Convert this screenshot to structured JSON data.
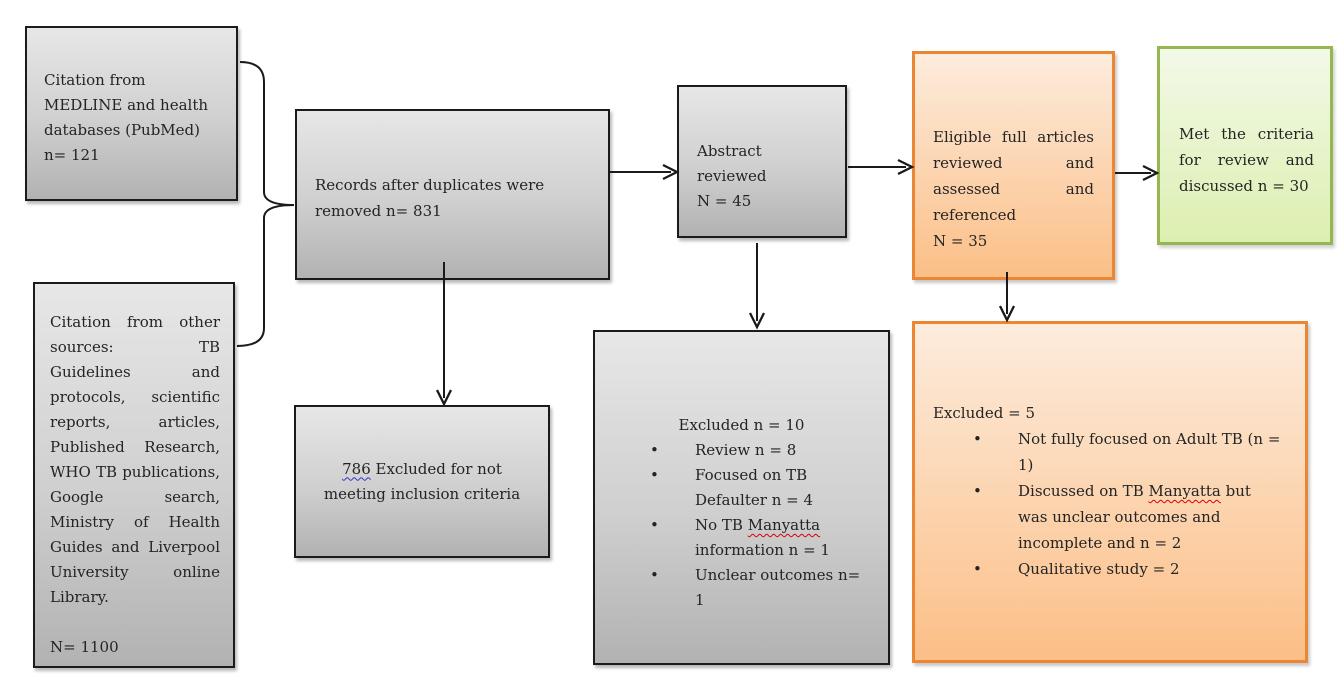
{
  "ui": {
    "bullet_glyph": "•"
  },
  "colors": {
    "gray_top": "#e7e7e7",
    "gray_mid": "#cfcfcf",
    "gray_bottom": "#b2b2b2",
    "gray_border": "#1b1b1b",
    "orange_top": "#fdecdd",
    "orange_bottom": "#fbbf87",
    "orange_border": "#ea8634",
    "green_top": "#f3f9e8",
    "green_bottom": "#dcefb0",
    "green_border": "#95b74f",
    "line_color": "#1a1a1a",
    "text_color": "#242424",
    "squiggle_red": "#dd0000",
    "squiggle_blue": "#3333cc"
  },
  "boxes": {
    "medline": {
      "lines": [
        "Citation from",
        "MEDLINE and health",
        "databases (PubMed)",
        "n= 121"
      ]
    },
    "other_sources": {
      "body": "Citation from other sources: TB Guidelines and protocols, scientific reports, articles, Published Research, WHO TB publications, Google search, Ministry of Health Guides and Liverpool University online Library.",
      "total": "N= 1100"
    },
    "duplicates": {
      "lines": [
        "Records after duplicates were",
        "removed n= 831"
      ]
    },
    "excluded_786": {
      "number": "786",
      "line1_rest": " Excluded for not",
      "line2": "meeting inclusion criteria"
    },
    "abstract": {
      "lines": [
        "Abstract",
        "reviewed",
        "N = 45"
      ]
    },
    "excluded_abstract": {
      "heading": "Excluded n = 10",
      "items": [
        {
          "lines": [
            {
              "text": "Review n = 8"
            }
          ]
        },
        {
          "lines": [
            {
              "text": "Focused on TB"
            },
            {
              "text": "Defaulter n = 4"
            }
          ]
        },
        {
          "lines": [
            {
              "pre": "No TB ",
              "wavy": "Manyatta"
            },
            {
              "text": "information n = 1"
            }
          ]
        },
        {
          "lines": [
            {
              "text": "Unclear outcomes n="
            },
            {
              "text": "1"
            }
          ]
        }
      ]
    },
    "eligible": {
      "body": "Eligible full articles reviewed and assessed and referenced",
      "total": "N = 35"
    },
    "met_criteria": {
      "body": "Met the criteria for review and discussed n = 30"
    },
    "excluded_full": {
      "heading": "Excluded = 5",
      "items": [
        {
          "lines": [
            {
              "text": "Not fully focused on Adult TB (n ="
            },
            {
              "text": "1)"
            }
          ]
        },
        {
          "lines": [
            {
              "pre": "Discussed on TB ",
              "wavy": "Manyatta",
              "post": " but"
            },
            {
              "text": "was unclear outcomes and"
            },
            {
              "text": "incomplete and n = 2"
            }
          ]
        },
        {
          "lines": [
            {
              "text": "Qualitative study = 2"
            }
          ]
        }
      ]
    }
  }
}
